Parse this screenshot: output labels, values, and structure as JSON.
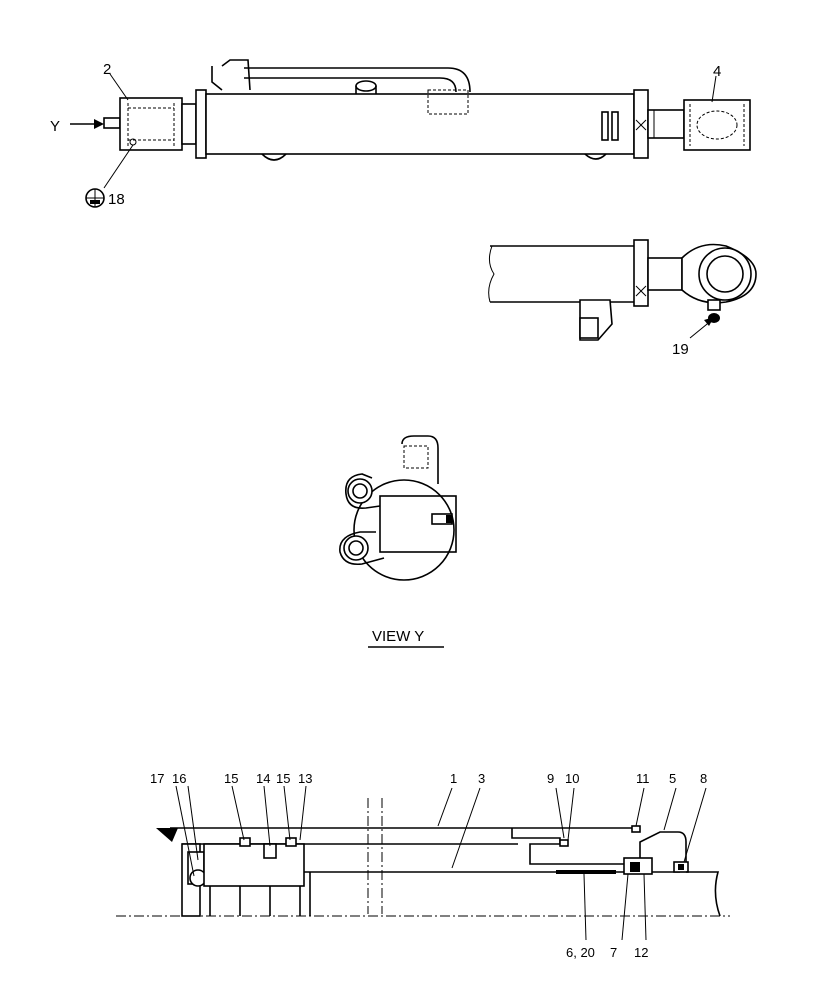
{
  "diagram": {
    "callouts_top": {
      "c2": "2",
      "c4": "4",
      "y_arrow_label": "Y",
      "c18": "18",
      "c19": "19"
    },
    "view_title": "VIEW Y",
    "callouts_section": {
      "c17": "17",
      "c16": "16",
      "c15a": "15",
      "c14": "14",
      "c15b": "15",
      "c13": "13",
      "c1": "1",
      "c3": "3",
      "c9": "9",
      "c10": "10",
      "c11": "11",
      "c5": "5",
      "c8": "8",
      "c6_20": "6, 20",
      "c7": "7",
      "c12": "12"
    }
  }
}
